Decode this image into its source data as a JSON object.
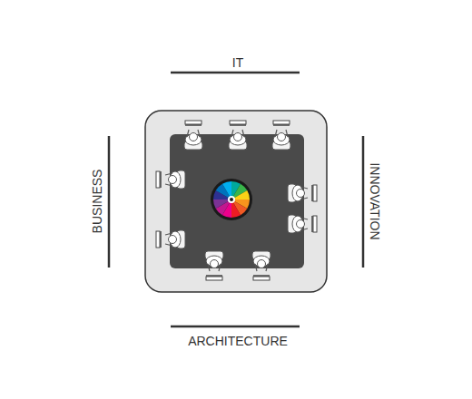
{
  "diagram": {
    "labels": [
      "IT",
      "BUSINESS",
      "INNOVATION",
      "ARCHITECTURE"
    ]
  }
}
